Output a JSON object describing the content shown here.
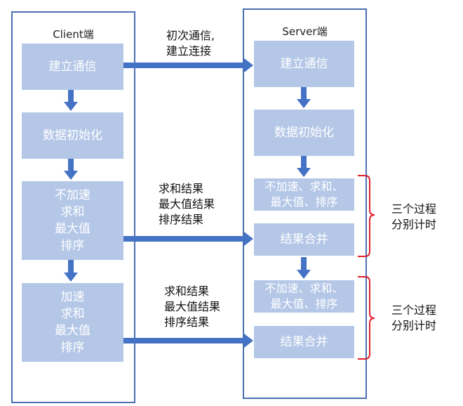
{
  "client": {
    "title": "Client端",
    "boxes": [
      "建立通信",
      "数据初始化",
      "不加速\n求和\n最大值\n排序",
      "加速\n求和\n最大值\n排序"
    ]
  },
  "server": {
    "title": "Server端",
    "boxes": [
      "建立通信",
      "数据初始化",
      "不加速、求和、\n最大值、排序",
      "结果合并",
      "不加速、求和、\n最大值、排序",
      "结果合并"
    ]
  },
  "arrow_labels": [
    "初次通信,\n建立连接",
    "求和结果\n最大值结果\n排序结果",
    "求和结果\n最大值结果\n排序结果"
  ],
  "brace_labels": [
    "三个过程\n分别计时",
    "三个过程\n分别计时"
  ],
  "colors": {
    "panel_border": "#4a6fb0",
    "box_fill": "#b4c7e7",
    "arrow": "#4472c4",
    "brace": "#e0202a"
  }
}
